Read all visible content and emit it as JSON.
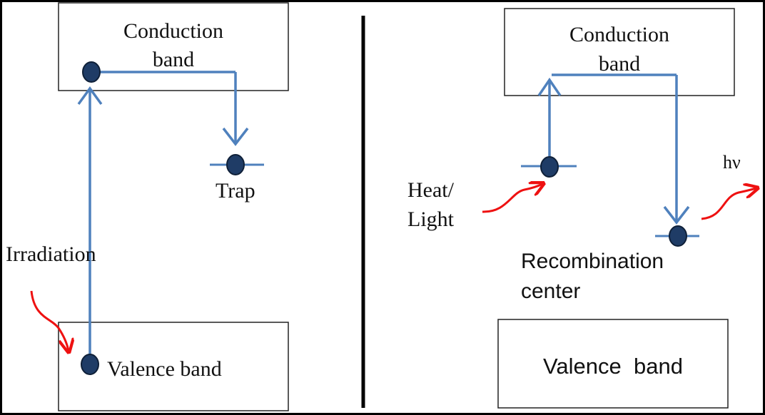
{
  "colors": {
    "frame": "#000000",
    "panel_bg": "#ffffff",
    "arrow": "#4f81bd",
    "electron_fill": "#1f3c66",
    "electron_stroke": "#0f2038",
    "excitation_arrow": "#ee1111",
    "box_stroke": "#222222"
  },
  "left": {
    "conduction_line1": "Conduction",
    "conduction_line2": "band",
    "trap_label": "Trap",
    "irradiation_label": "Irradiation",
    "valence_label": "Valence band"
  },
  "right": {
    "conduction_line1": "Conduction",
    "conduction_line2": "band",
    "heat_line1": "Heat/",
    "heat_line2": "Light",
    "hv_label": "hν",
    "recombination_line1": "Recombination",
    "recombination_line2": "center",
    "valence_label": "Valence  band"
  }
}
